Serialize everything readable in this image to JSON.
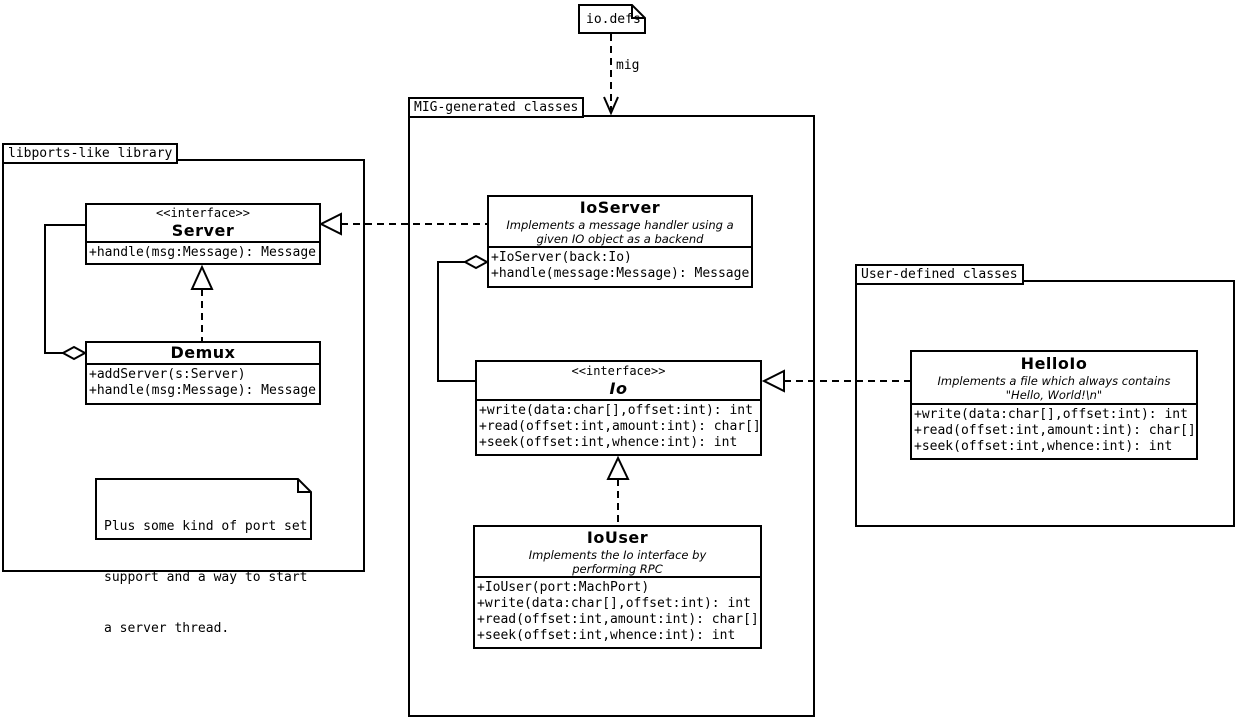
{
  "diagram": {
    "file_note": {
      "label": "io.defs"
    },
    "mig_edge_label": "mig",
    "packages": {
      "libports": {
        "label": "libports-like library"
      },
      "mig": {
        "label": "MIG-generated classes"
      },
      "user": {
        "label": "User-defined classes"
      }
    },
    "classes": {
      "server": {
        "stereotype": "<<interface>>",
        "name": "Server",
        "methods": [
          "+handle(msg:Message): Message"
        ]
      },
      "demux": {
        "name": "Demux",
        "methods": [
          "+addServer(s:Server)",
          "+handle(msg:Message): Message"
        ]
      },
      "ioserver": {
        "name": "IoServer",
        "description": [
          "Implements a message handler using a",
          "given IO object as a backend"
        ],
        "methods": [
          "+IoServer(back:Io)",
          "+handle(message:Message): Message"
        ]
      },
      "io": {
        "stereotype": "<<interface>>",
        "name": "Io",
        "methods": [
          "+write(data:char[],offset:int): int",
          "+read(offset:int,amount:int): char[]",
          "+seek(offset:int,whence:int): int"
        ]
      },
      "iouser": {
        "name": "IoUser",
        "description": [
          "Implements the Io interface by",
          "performing RPC"
        ],
        "methods": [
          "+IoUser(port:MachPort)",
          "+write(data:char[],offset:int): int",
          "+read(offset:int,amount:int): char[]",
          "+seek(offset:int,whence:int): int"
        ]
      },
      "helloio": {
        "name": "HelloIo",
        "description": [
          "Implements a file which always contains",
          "\"Hello, World!\\n\""
        ],
        "methods": [
          "+write(data:char[],offset:int): int",
          "+read(offset:int,amount:int): char[]",
          "+seek(offset:int,whence:int): int"
        ]
      }
    },
    "port_note": {
      "lines": [
        "Plus some kind of port set",
        "support and a way to start",
        "a server thread."
      ]
    },
    "colors": {
      "line": "#000000",
      "background": "#ffffff"
    }
  }
}
